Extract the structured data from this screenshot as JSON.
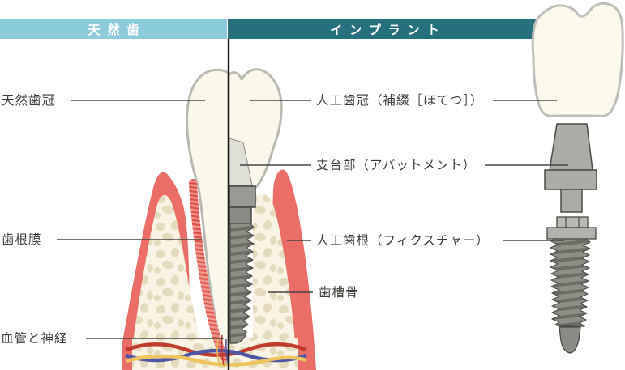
{
  "headers": {
    "natural": {
      "label": "天然歯",
      "bg": "#8BCBDC"
    },
    "implant": {
      "label": "インプラント",
      "bg": "#256F7E"
    }
  },
  "labels": {
    "left": [
      {
        "id": "natural-crown",
        "text": "天然歯冠"
      },
      {
        "id": "periodontal-membrane",
        "text": "歯根膜"
      },
      {
        "id": "vessels-and-nerves",
        "text": "血管と神経"
      }
    ],
    "right": [
      {
        "id": "artificial-crown",
        "text": "人工歯冠（補綴［ほてつ］）"
      },
      {
        "id": "abutment",
        "text": "支台部（アバットメント）"
      },
      {
        "id": "fixture",
        "text": "人工歯根（フィクスチャー）"
      },
      {
        "id": "alveolar-bone",
        "text": "歯槽骨"
      }
    ]
  },
  "colors": {
    "natural_header_bg": "#8BCBDC",
    "implant_header_bg": "#256F7E",
    "header_text": "#FFFFFF",
    "label_text": "#3B3B37",
    "tooth": "#FAF8EA",
    "tooth_outline": "#B9B9B1",
    "gum": "#EA6D66",
    "bone_bg": "#F8F3E2",
    "bone_spots": "#E3DBBC",
    "membrane_stripe": "#DB4F45",
    "membrane_bg": "#F0958B",
    "implant_metal": "#ACACA6",
    "implant_dark": "#8F8F87",
    "abutment_center": "#DFDFD8",
    "vessel_red": "#C23B2C",
    "vessel_blue": "#4E55A6",
    "vessel_yellow": "#EFC45F"
  }
}
